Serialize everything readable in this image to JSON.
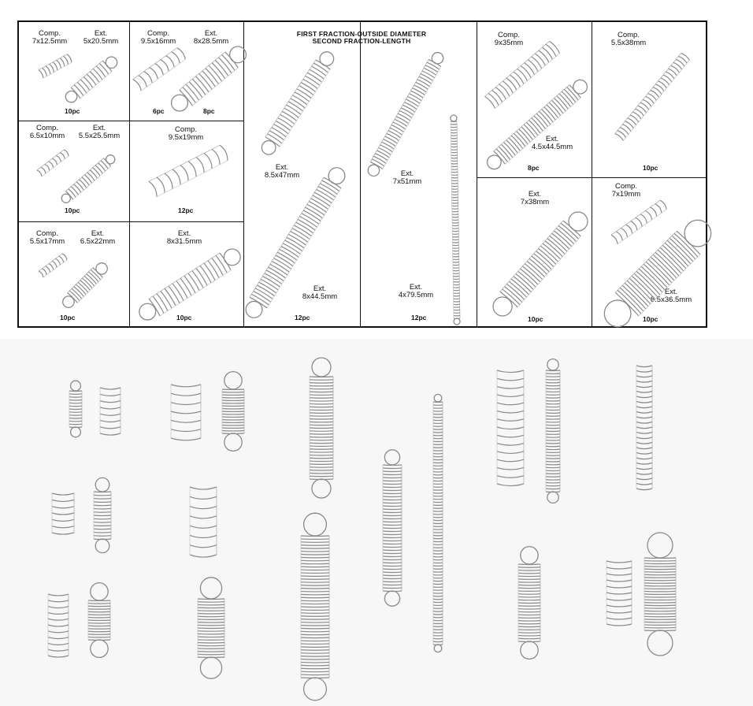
{
  "header": {
    "line1": "FIRST FRACTION-OUTSIDE DIAMETER",
    "line2": "SECOND FRACTION-LENGTH"
  },
  "cells": {
    "c1": {
      "comp_type": "Comp.",
      "comp_size": "7x12.5mm",
      "ext_type": "Ext.",
      "ext_size": "5x20.5mm",
      "qty": "10pc"
    },
    "c2": {
      "comp_type": "Comp.",
      "comp_size": "9.5x16mm",
      "ext_type": "Ext.",
      "ext_size": "8x28.5mm",
      "qty_comp": "6pc",
      "qty_ext": "8pc"
    },
    "c3": {
      "comp_type": "Comp.",
      "comp_size": "6.5x10mm",
      "ext_type": "Ext.",
      "ext_size": "5.5x25.5mm",
      "qty": "10pc"
    },
    "c4": {
      "comp_type": "Comp.",
      "comp_size": "9.5x19mm",
      "qty": "12pc"
    },
    "c5": {
      "comp_type": "Comp.",
      "comp_size": "5.5x17mm",
      "ext_type": "Ext.",
      "ext_size": "6.5x22mm",
      "qty": "10pc"
    },
    "c6": {
      "ext_type": "Ext.",
      "ext_size": "8x31.5mm",
      "qty": "10pc"
    },
    "c7": {
      "ext_a_type": "Ext.",
      "ext_a_size": "8.5x47mm",
      "ext_b_type": "Ext.",
      "ext_b_size": "8x44.5mm",
      "qty": "12pc"
    },
    "c8": {
      "ext_a_type": "Ext.",
      "ext_a_size": "7x51mm",
      "ext_b_type": "Ext.",
      "ext_b_size": "4x79.5mm",
      "qty": "12pc"
    },
    "c9": {
      "comp_type": "Comp.",
      "comp_size": "9x35mm",
      "ext_type": "Ext.",
      "ext_size": "4.5x44.5mm",
      "qty": "8pc"
    },
    "c10": {
      "comp_type": "Comp.",
      "comp_size": "5.5x38mm",
      "qty": "10pc"
    },
    "c11": {
      "ext_type": "Ext.",
      "ext_size": "7x38mm",
      "qty": "10pc"
    },
    "c12": {
      "comp_type": "Comp.",
      "comp_size": "7x19mm",
      "ext_type": "Ext.",
      "ext_size": "8.5x36.5mm",
      "qty": "10pc"
    }
  },
  "colors": {
    "ink": "#111111",
    "spring_light": "#d4d4d4",
    "spring_dark": "#6b6b6b",
    "photo_bg": "#f7f7f7"
  }
}
